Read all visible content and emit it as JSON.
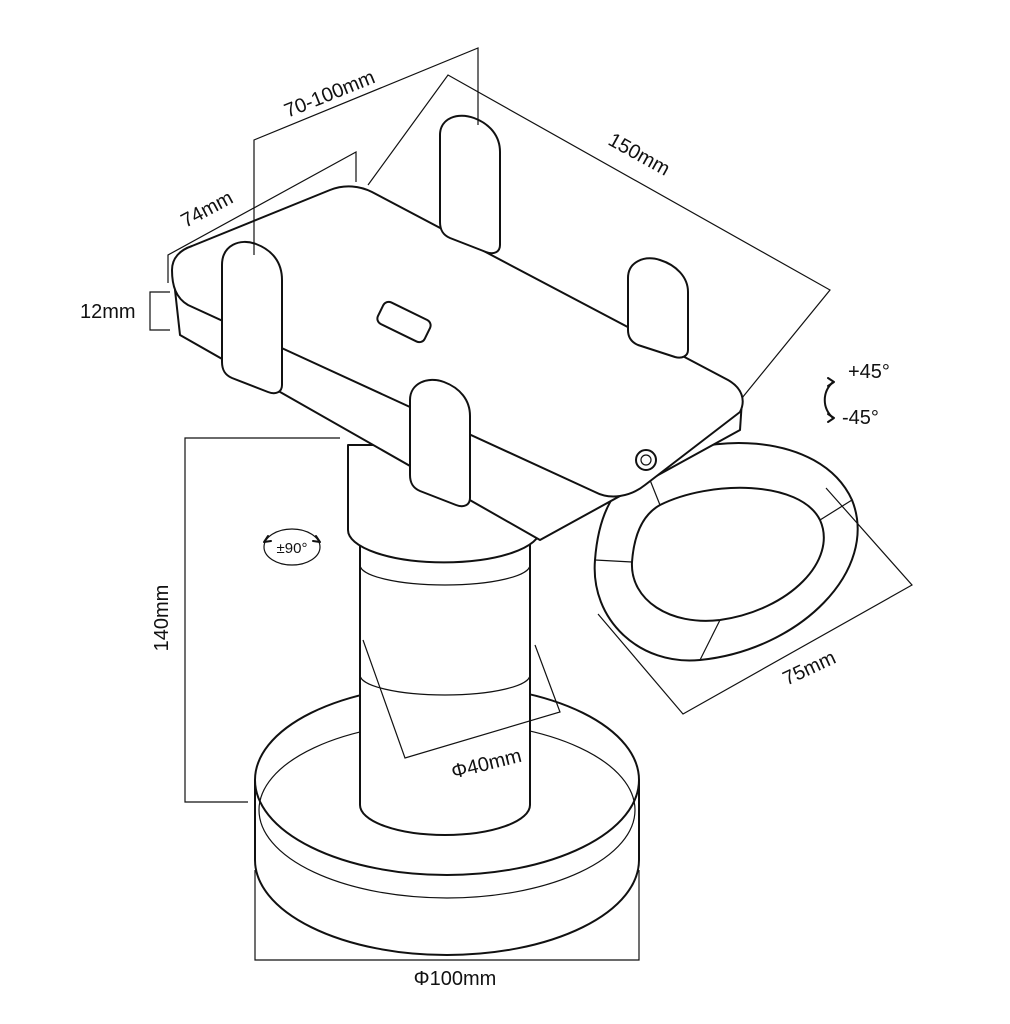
{
  "labels": {
    "width_range": "70-100mm",
    "length": "150mm",
    "depth": "74mm",
    "thickness": "12mm",
    "tilt_plus": "+45°",
    "tilt_minus": "-45°",
    "swivel": "±90°",
    "height": "140mm",
    "column_diameter": "Φ40mm",
    "handle_width": "75mm",
    "base_diameter": "Φ100mm"
  }
}
